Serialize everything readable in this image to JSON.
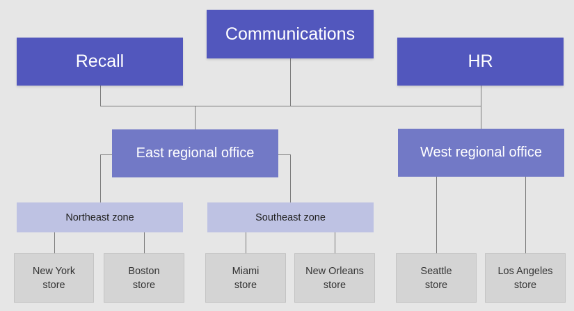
{
  "top_row": {
    "left": "Recall",
    "center": "Communications",
    "right": "HR"
  },
  "offices": {
    "east": "East regional office",
    "west": "West regional office"
  },
  "zones": {
    "northeast": "Northeast zone",
    "southeast": "Southeast zone"
  },
  "stores": [
    {
      "line1": "New York",
      "line2": "store"
    },
    {
      "line1": "Boston",
      "line2": "store"
    },
    {
      "line1": "Miami",
      "line2": "store"
    },
    {
      "line1": "New Orleans",
      "line2": "store"
    },
    {
      "line1": "Seattle",
      "line2": "store"
    },
    {
      "line1": "Los Angeles",
      "line2": "store"
    }
  ],
  "colors": {
    "background": "#e6e6e6",
    "top_box": "#5257bd",
    "office_box": "#7279c6",
    "zone_box": "#bec2e3",
    "store_box": "#d4d4d4",
    "connector": "#7a7a7a"
  }
}
